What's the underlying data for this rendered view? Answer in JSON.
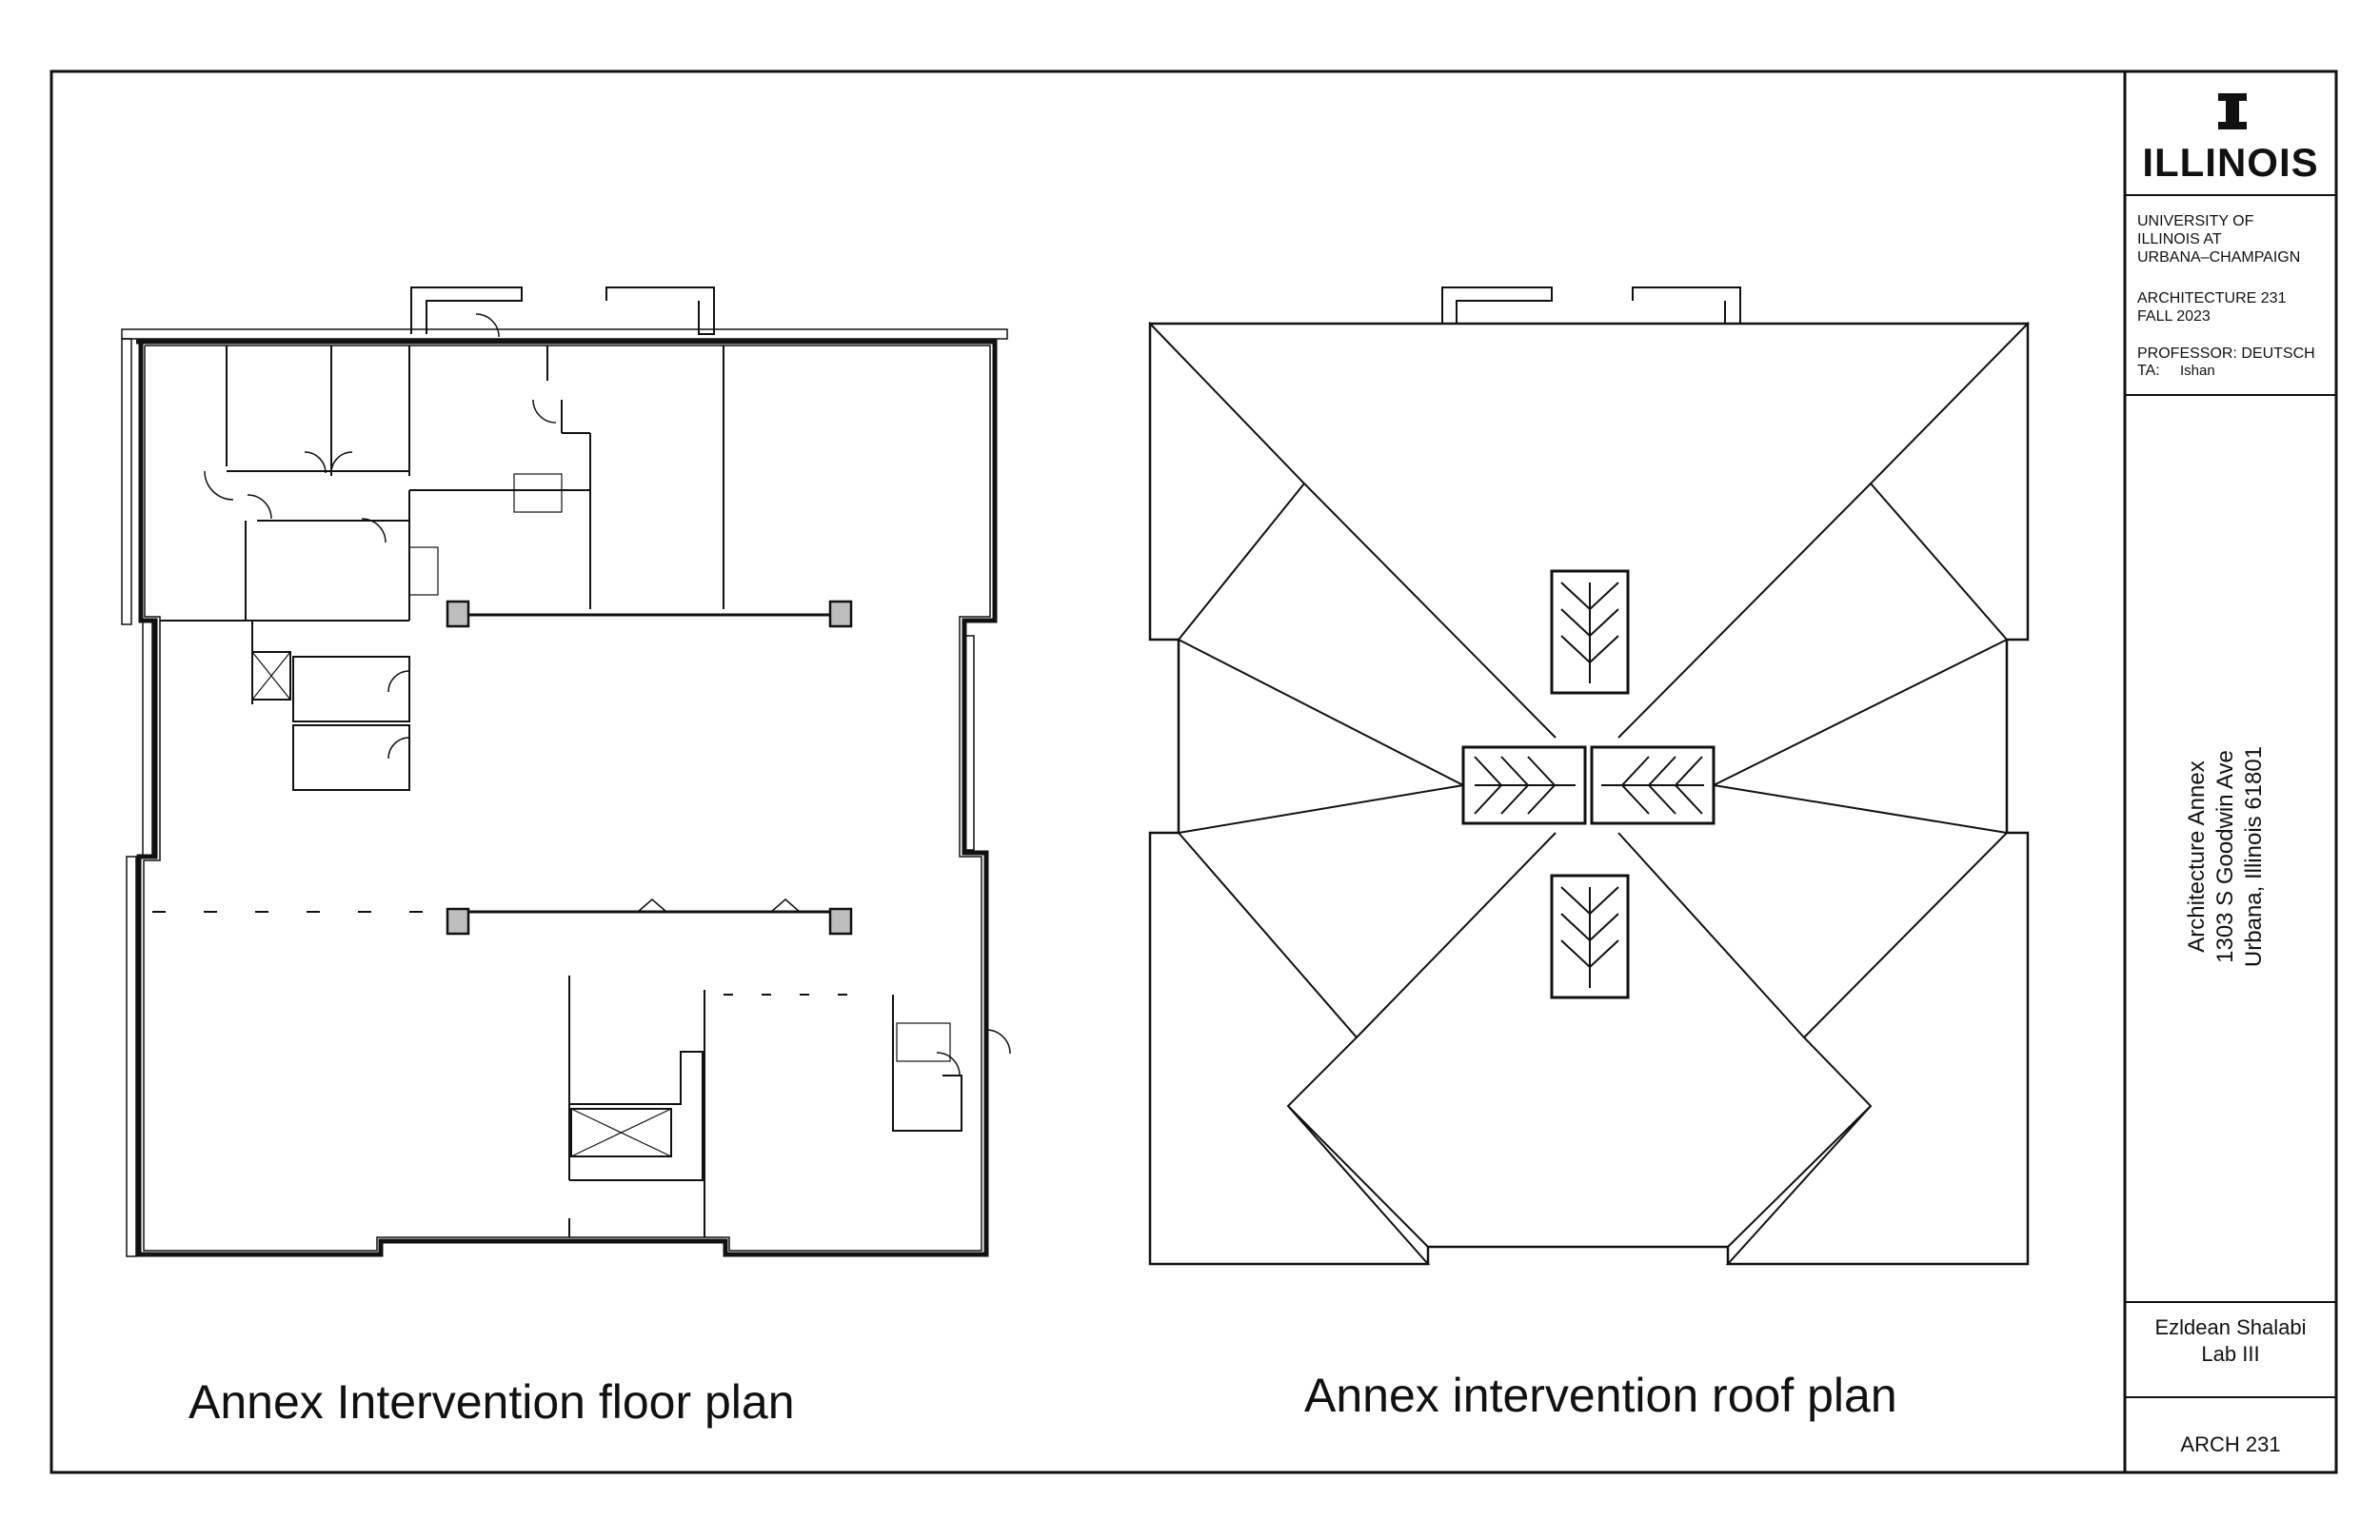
{
  "drawings": {
    "floor_plan_title": "Annex Intervention floor plan",
    "roof_plan_title": "Annex intervention roof plan"
  },
  "title_block": {
    "logo_word": "ILLINOIS",
    "university": [
      "UNIVERSITY  OF",
      "ILLINOIS  AT",
      "URBANA–CHAMPAIGN"
    ],
    "course": [
      "ARCHITECTURE  231",
      "FALL   2023"
    ],
    "professor": "PROFESSOR:  DEUTSCH",
    "ta_label": "TA:",
    "ta_name": "Ishan",
    "project": [
      "Architecture Annex",
      "1303 S Goodwin Ave",
      "Urbana, Illinois 61801"
    ],
    "student": "Ezldean Shalabi",
    "lab": "Lab III",
    "course_code": "ARCH 231"
  },
  "colors": {
    "line": "#111111",
    "column_fill": "#bdbdbd"
  }
}
